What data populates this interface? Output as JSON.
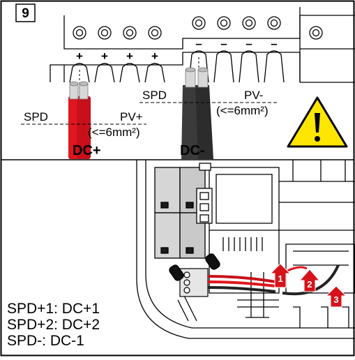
{
  "step_number": "9",
  "positive_cable": {
    "left_label": "SPD",
    "right_label": "PV+",
    "size_note": "(<=6mm²)",
    "polarity_label": "DC+",
    "color": "#e0161e"
  },
  "negative_cable": {
    "left_label": "SPD",
    "right_label": "PV-",
    "size_note": "(<=6mm²)",
    "polarity_label": "DC-",
    "color": "#3b3b3b"
  },
  "terminal_signs": [
    "+",
    "+",
    "+",
    "+",
    "–",
    "–",
    "–",
    "–"
  ],
  "warning_color": "#ffe600",
  "callouts": [
    "1",
    "2",
    "3"
  ],
  "callout_color": "#d6121b",
  "connection_list": [
    "SPD+1: DC+1",
    "SPD+2: DC+2",
    "SPD-: DC-1"
  ]
}
